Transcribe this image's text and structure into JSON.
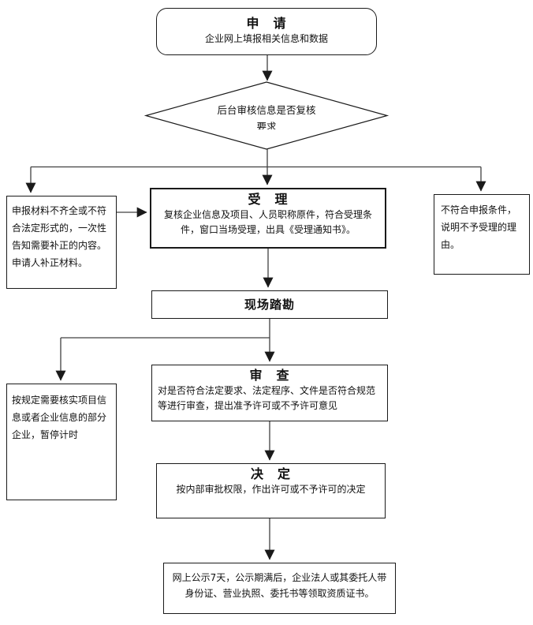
{
  "flowchart": {
    "apply": {
      "title": "申　请",
      "body": "企业网上填报相关信息和数据"
    },
    "decision": {
      "line1": "后台审核信息是否复核",
      "line2": "要求"
    },
    "supplement": {
      "body": "申报材料不齐全或不符合法定形式的，一次性告知需要补正的内容。申请人补正材料。"
    },
    "accept": {
      "title": "受　理",
      "body": "复核企业信息及项目、人员职称原件，符合受理条件，窗口当场受理，出具《受理通知书》。"
    },
    "reject": {
      "body": "不符合申报条件，说明不予受理的理由。"
    },
    "survey": {
      "title": "现场踏勘"
    },
    "pause": {
      "body": "按规定需要核实项目信息或者企业信息的部分企业，暂停计时"
    },
    "review": {
      "title": "审　查",
      "body": "对是否符合法定要求、法定程序、文件是否符合规范等进行审查，提出准予许可或不予许可意见"
    },
    "decide": {
      "title": "决　定",
      "body": "按内部审批权限，作出许可或不予许可的决定"
    },
    "publish": {
      "body": "网上公示7天，公示期满后，企业法人或其委托人带身份证、营业执照、委托书等领取资质证书。"
    }
  },
  "colors": {
    "line": "#404040",
    "border": "#1a1a1a",
    "background": "#ffffff",
    "text": "#111111"
  }
}
